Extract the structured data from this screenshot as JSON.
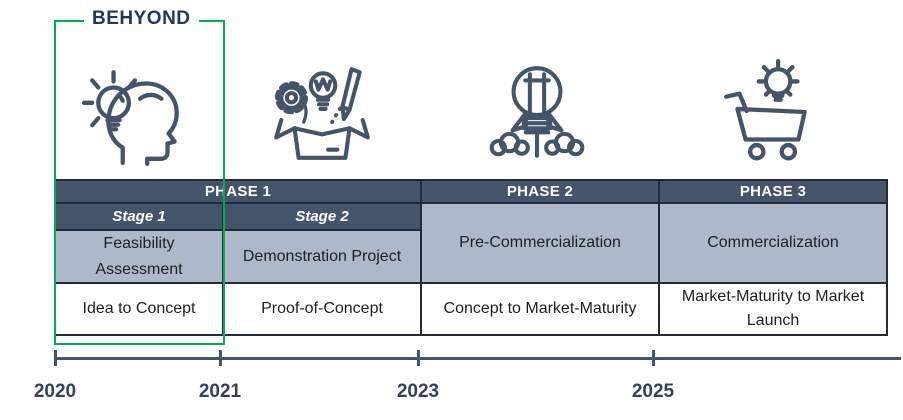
{
  "title": "BEHYOND",
  "phases_table": {
    "phase_headers": [
      "PHASE 1",
      "PHASE 2",
      "PHASE 3"
    ],
    "stage_headers": [
      "Stage 1",
      "Stage 2"
    ],
    "activities": [
      "Feasibility Assessment",
      "Demonstration Project",
      "Pre-Commercialization",
      "Commercialization"
    ],
    "outcomes": [
      "Idea to Concept",
      "Proof-of-Concept",
      "Concept to Market-Maturity",
      "Market-Maturity to Market Launch"
    ]
  },
  "icons": [
    {
      "name": "idea-head-icon"
    },
    {
      "name": "prototype-box-icon"
    },
    {
      "name": "rocket-launch-icon"
    },
    {
      "name": "shopping-cart-icon"
    }
  ],
  "timeline": {
    "years": [
      "2020",
      "2021",
      "2023",
      "2025"
    ]
  },
  "colors": {
    "header_bg": "#44546a",
    "subheader_bg": "#adb9ca",
    "table_border": "#232b38",
    "accent_green": "#00b050",
    "title_navy": "#1f3864",
    "icon_stroke": "#44546a",
    "timeline": "#44546a"
  }
}
